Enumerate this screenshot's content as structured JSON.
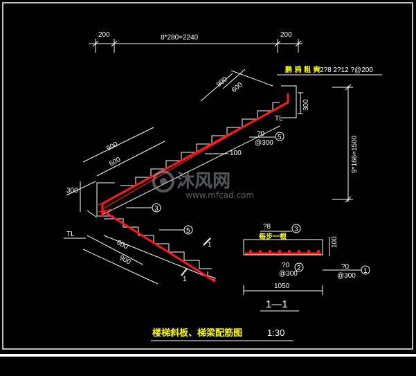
{
  "top_dims": {
    "left": "200",
    "middle": "8*280=2240",
    "right": "200"
  },
  "top_rebar": {
    "label": "鹏 鸦 粗 奭",
    "spec": "2?8 2?12 ?@200"
  },
  "upper_flight": {
    "dim_900": "900",
    "dim_600": "600",
    "dim_300": "300",
    "tl": "TL"
  },
  "right_dim": "9*166=1500",
  "mark_70": "?0",
  "mark_300": "@300",
  "mark_100": "100",
  "left_flight": {
    "dim_900": "900",
    "dim_600": "600",
    "dim_300": "300"
  },
  "lower_flight": {
    "tl": "TL",
    "dim_600": "600",
    "dim_900": "900",
    "sec_a": "1",
    "sec_b": "1"
  },
  "section": {
    "top": "?8",
    "label": "每步一根",
    "dim_100": "100",
    "mark_70a": "?0",
    "mark_300a": "@300",
    "mark_70b": "?0",
    "mark_300b": "@300",
    "width": "1050",
    "title": "1—1"
  },
  "circles": {
    "c5": "5",
    "c3": "3",
    "c1": "1",
    "c2": "2"
  },
  "watermark": {
    "main": "沐风网",
    "sub": "www.mfcad.com"
  },
  "drawing_title": {
    "text": "楼梯斜板、梯梁配筋图",
    "scale": "1:30"
  }
}
